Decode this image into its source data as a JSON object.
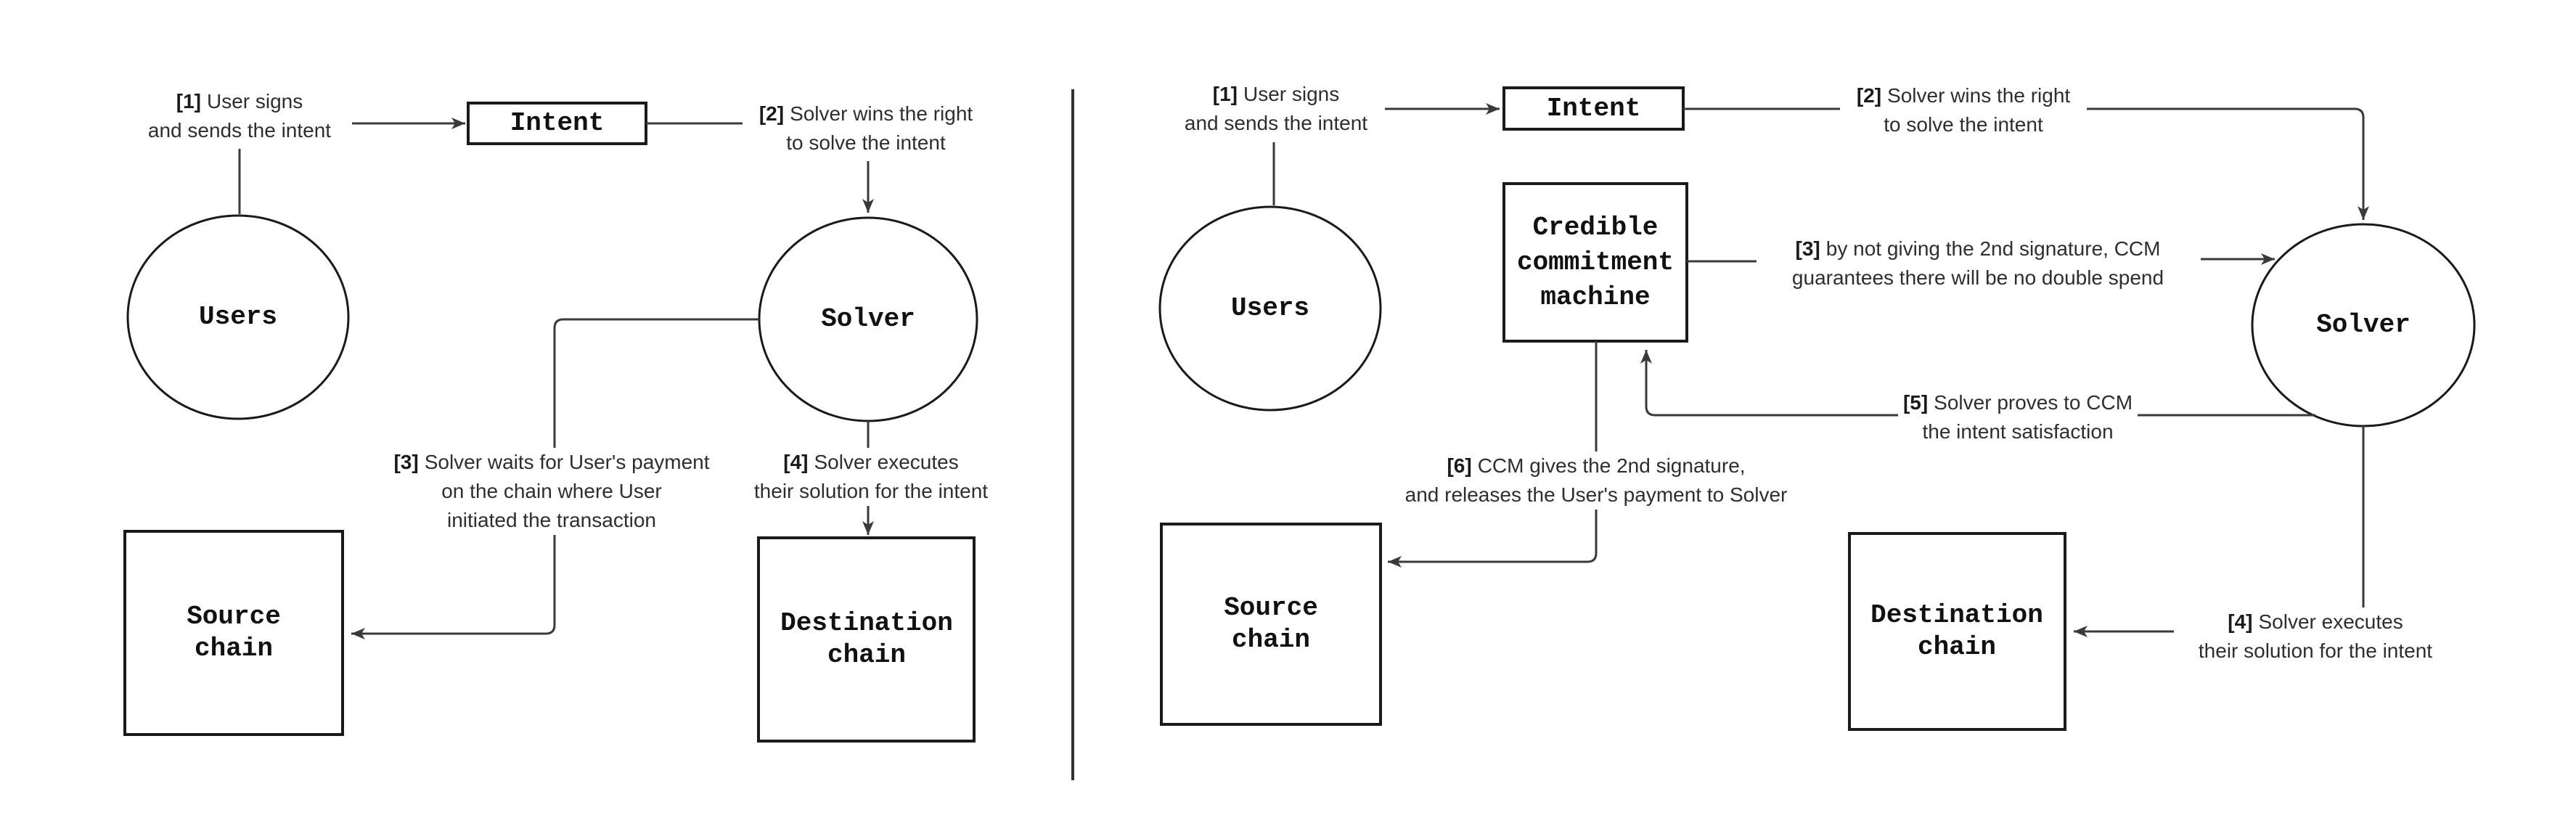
{
  "left_diagram": {
    "users_label": "Users",
    "intent_label": "Intent",
    "solver_label": "Solver",
    "source_chain": {
      "line1": "Source",
      "line2": "chain"
    },
    "destination_chain": {
      "line1": "Destination",
      "line2": "chain"
    },
    "steps": {
      "step1": {
        "num": "[1]",
        "line1": "User signs",
        "line2": "and sends the intent"
      },
      "step2": {
        "num": "[2]",
        "line1": "Solver wins the right",
        "line2": "to solve the intent"
      },
      "step3": {
        "num": "[3]",
        "line1": "Solver waits for User's payment",
        "line2": "on the chain where User",
        "line3": "initiated the transaction"
      },
      "step4": {
        "num": "[4]",
        "line1": "Solver executes",
        "line2": "their solution for the intent"
      }
    }
  },
  "right_diagram": {
    "users_label": "Users",
    "intent_label": "Intent",
    "solver_label": "Solver",
    "ccm": {
      "line1": "Credible",
      "line2": "commitment",
      "line3": "machine"
    },
    "source_chain": {
      "line1": "Source",
      "line2": "chain"
    },
    "destination_chain": {
      "line1": "Destination",
      "line2": "chain"
    },
    "steps": {
      "step1": {
        "num": "[1]",
        "line1": "User signs",
        "line2": "and sends the intent"
      },
      "step2": {
        "num": "[2]",
        "line1": "Solver wins the right",
        "line2": "to solve the intent"
      },
      "step3": {
        "num": "[3]",
        "line1": "by not giving the 2nd signature, CCM",
        "line2": "guarantees there will be no double spend"
      },
      "step4": {
        "num": "[4]",
        "line1": "Solver executes",
        "line2": "their solution for the intent"
      },
      "step5": {
        "num": "[5]",
        "line1": "Solver proves to CCM",
        "line2": "the intent satisfaction"
      },
      "step6": {
        "num": "[6]",
        "line1": "CCM gives the 2nd signature,",
        "line2": "and releases the User's payment to Solver"
      }
    }
  },
  "colors": {
    "background": "#ffffff",
    "shape_stroke": "#1a1a1a",
    "connector": "#3a3a3a",
    "label_text": "#2e2e2e"
  }
}
